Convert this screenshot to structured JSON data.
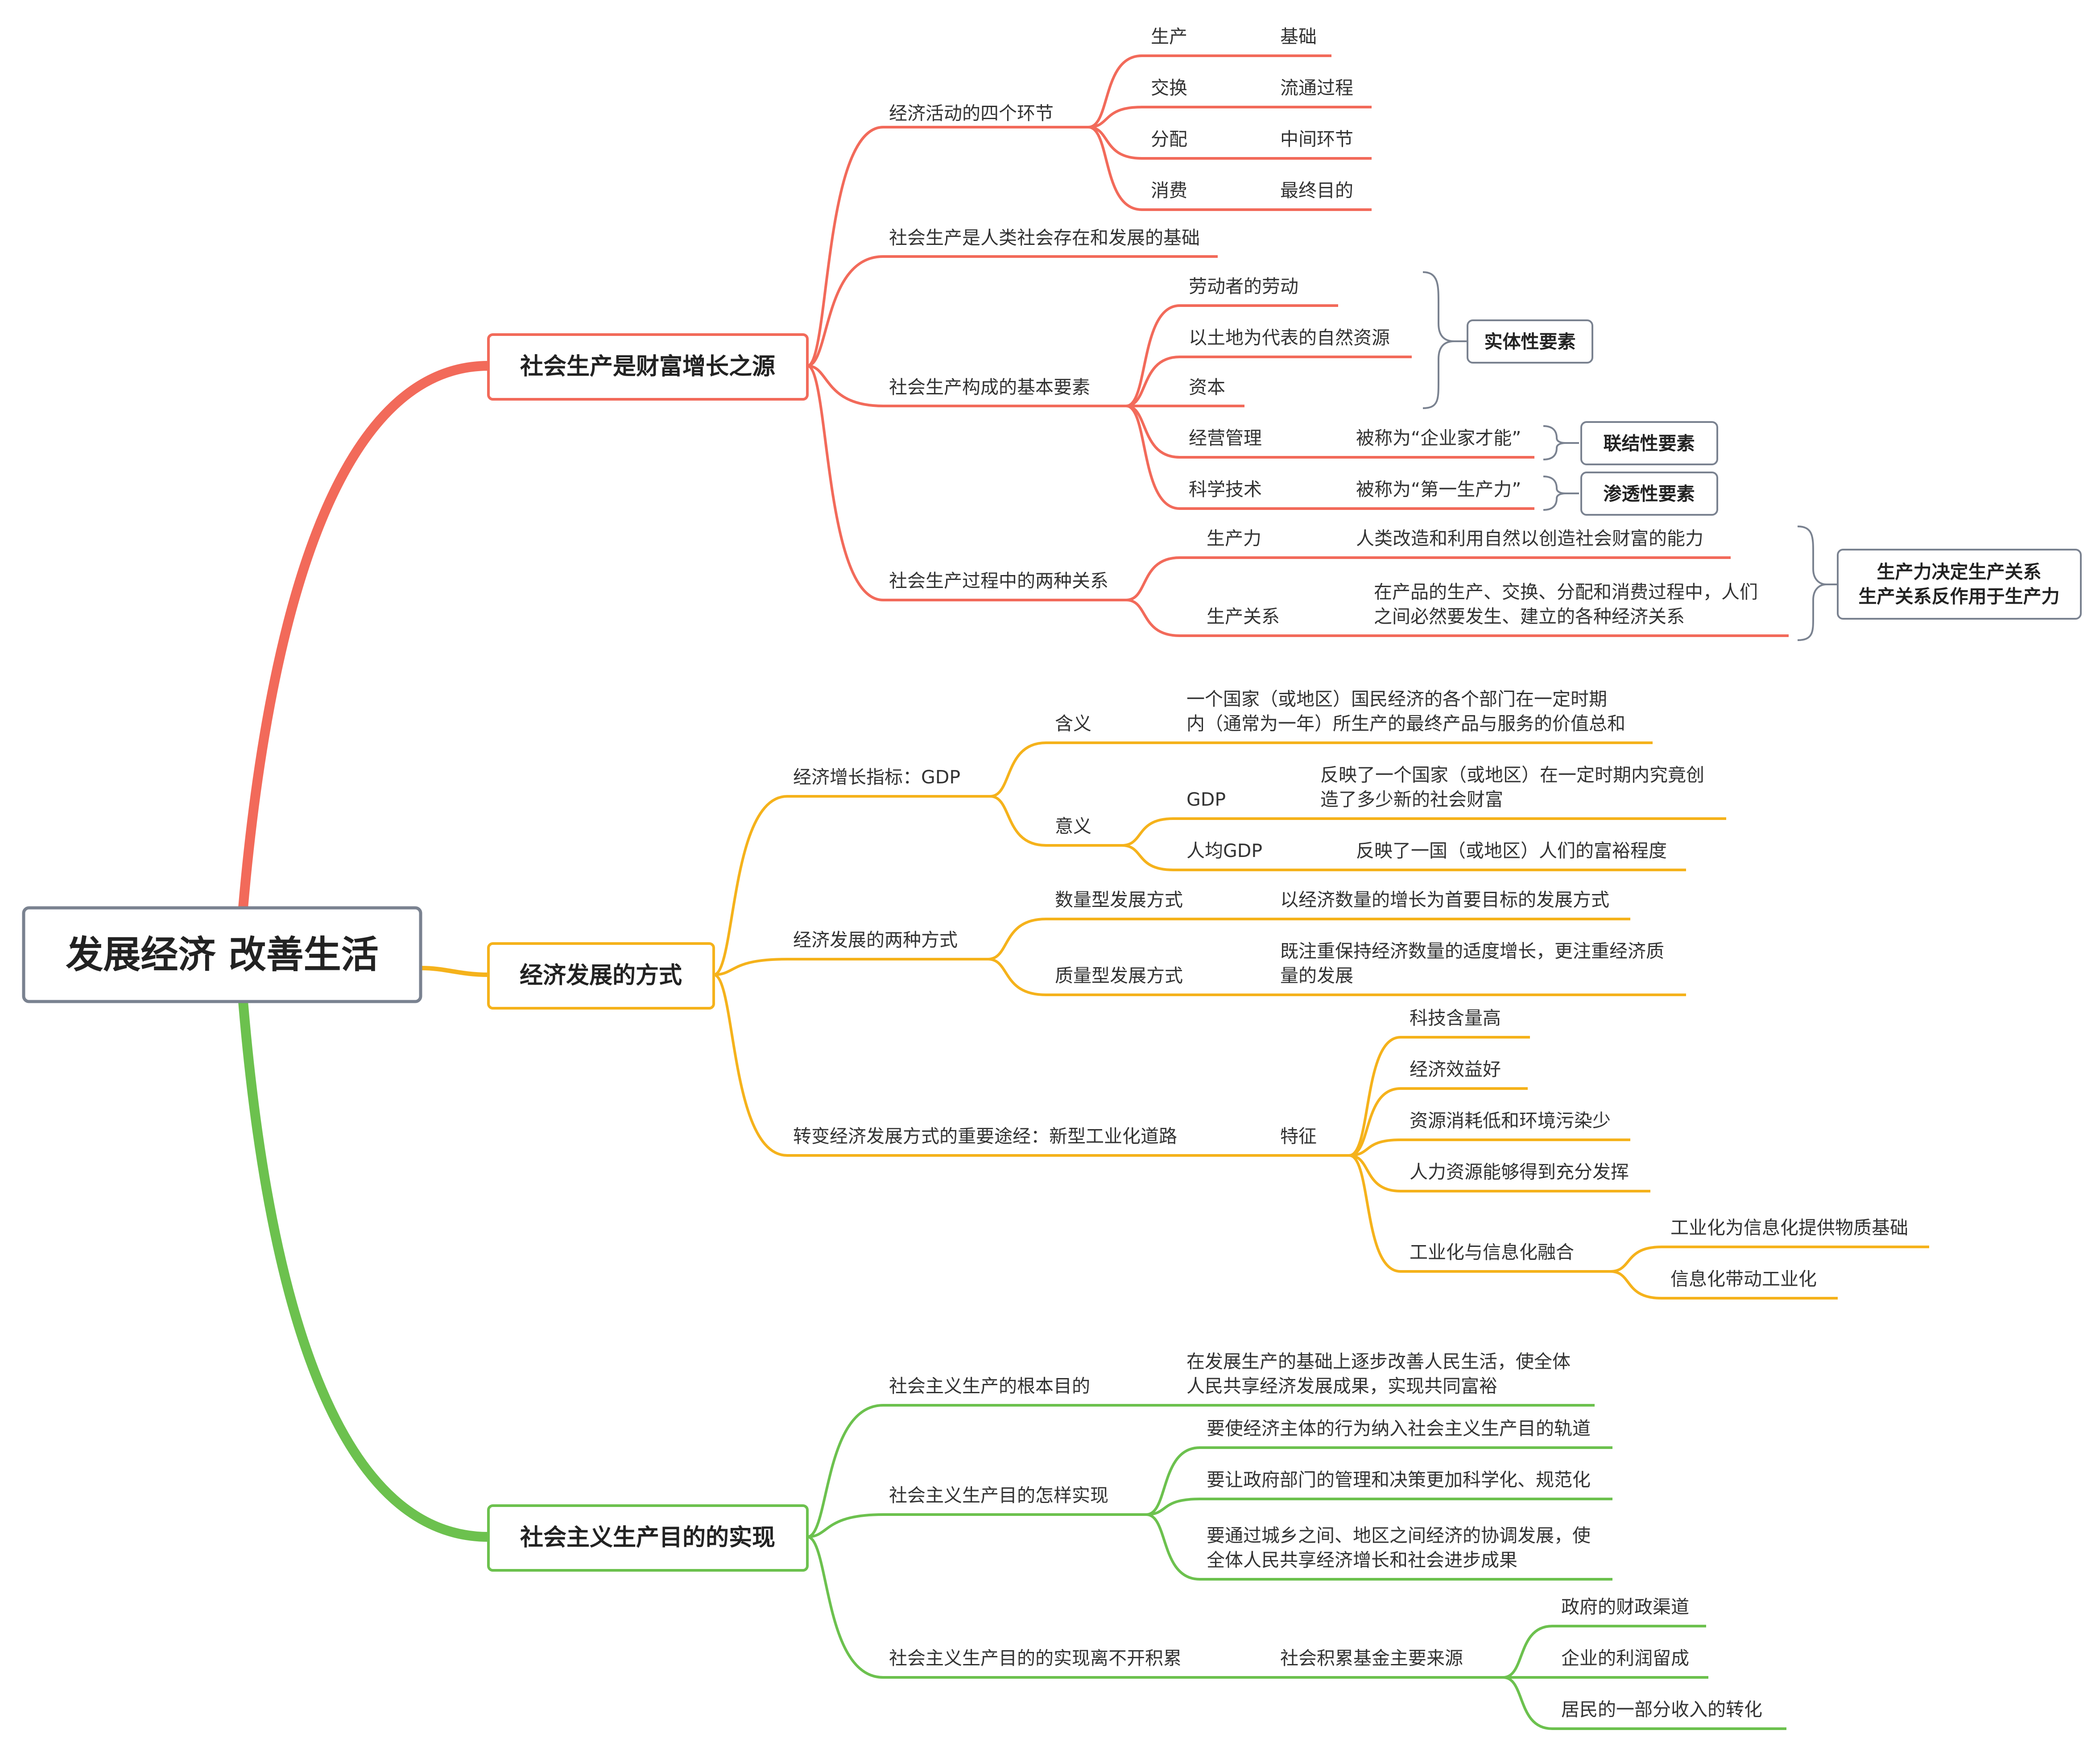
{
  "root": "发展经济 改善生活",
  "colors": {
    "branch1": "#F26A5A",
    "branch2": "#F5B21B",
    "branch3": "#6CC14E",
    "box_border": "#7A8290",
    "text": "#333333"
  },
  "b1": {
    "title": "社会生产是财富增长之源",
    "n1": {
      "label": "经济活动的四个环节",
      "items": [
        {
          "k": "生产",
          "v": "基础"
        },
        {
          "k": "交换",
          "v": "流通过程"
        },
        {
          "k": "分配",
          "v": "中间环节"
        },
        {
          "k": "消费",
          "v": "最终目的"
        }
      ]
    },
    "n2": {
      "label": "社会生产是人类社会存在和发展的基础"
    },
    "n3": {
      "label": "社会生产构成的基本要素",
      "items": [
        "劳动者的劳动",
        "以土地为代表的自然资源",
        "资本",
        "经营管理",
        "科学技术"
      ],
      "mgmt_note": "被称为“企业家才能”",
      "tech_note": "被称为“第一生产力”",
      "tag_entity": "实体性要素",
      "tag_link": "联结性要素",
      "tag_pen": "渗透性要素"
    },
    "n4": {
      "label": "社会生产过程中的两种关系",
      "pf": {
        "k": "生产力",
        "v": "人类改造和利用自然以创造社会财富的能力"
      },
      "pr": {
        "k": "生产关系",
        "v1": "在产品的生产、交换、分配和消费过程中，人们",
        "v2": "之间必然要发生、建立的各种经济关系"
      },
      "summary1": "生产力决定生产关系",
      "summary2": "生产关系反作用于生产力"
    }
  },
  "b2": {
    "title": "经济发展的方式",
    "n1": {
      "label": "经济增长指标：GDP",
      "meaning": {
        "k": "含义",
        "v1": "一个国家（或地区）国民经济的各个部门在一定时期",
        "v2": "内（通常为一年）所生产的最终产品与服务的价值总和"
      },
      "significance": {
        "k": "意义",
        "gdp": {
          "k": "GDP",
          "v1": "反映了一个国家（或地区）在一定时期内究竟创",
          "v2": "造了多少新的社会财富"
        },
        "per": {
          "k": "人均GDP",
          "v": "反映了一国（或地区）人们的富裕程度"
        }
      }
    },
    "n2": {
      "label": "经济发展的两种方式",
      "q1": {
        "k": "数量型发展方式",
        "v": "以经济数量的增长为首要目标的发展方式"
      },
      "q2": {
        "k": "质量型发展方式",
        "v1": "既注重保持经济数量的适度增长，更注重经济质",
        "v2": "量的发展"
      }
    },
    "n3": {
      "label": "转变经济发展方式的重要途经：新型工业化道路",
      "feature": "特征",
      "items": [
        "科技含量高",
        "经济效益好",
        "资源消耗低和环境污染少",
        "人力资源能够得到充分发挥",
        "工业化与信息化融合"
      ],
      "fusion": [
        "工业化为信息化提供物质基础",
        "信息化带动工业化"
      ]
    }
  },
  "b3": {
    "title": "社会主义生产目的的实现",
    "n1": {
      "label": "社会主义生产的根本目的",
      "v1": "在发展生产的基础上逐步改善人民生活，使全体",
      "v2": "人民共享经济发展成果，实现共同富裕"
    },
    "n2": {
      "label": "社会主义生产目的怎样实现",
      "i1": "要使经济主体的行为纳入社会主义生产目的轨道",
      "i2": "要让政府部门的管理和决策更加科学化、规范化",
      "i3a": "要通过城乡之间、地区之间经济的协调发展，使",
      "i3b": "全体人民共享经济增长和社会进步成果"
    },
    "n3": {
      "label": "社会主义生产目的的实现离不开积累",
      "src": "社会积累基金主要来源",
      "items": [
        "政府的财政渠道",
        "企业的利润留成",
        "居民的一部分收入的转化"
      ]
    }
  }
}
